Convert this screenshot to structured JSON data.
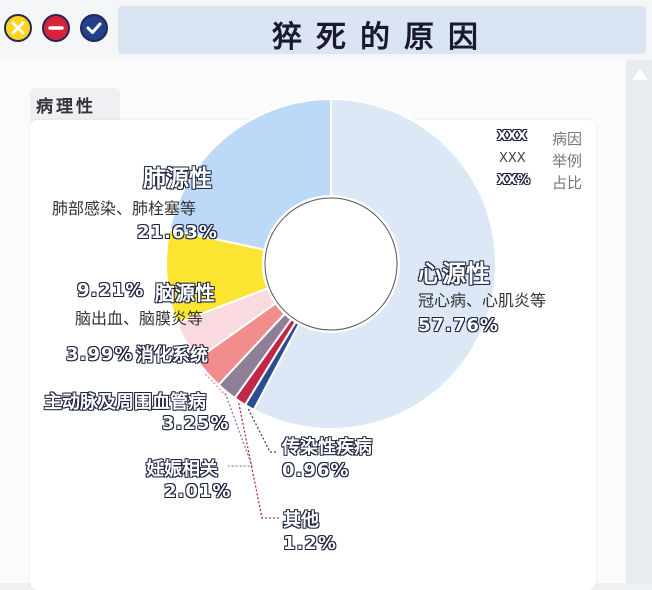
{
  "title": "猝死的原因",
  "tab": "病理性",
  "legend": [
    {
      "key": "XXX",
      "value": "病因"
    },
    {
      "key": "XXX",
      "value": "举例"
    },
    {
      "key": "XX%",
      "value": "占比"
    }
  ],
  "chart_data": {
    "type": "pie",
    "variant": "donut",
    "title": "猝死的原因",
    "series": [
      {
        "name": "心源性",
        "example": "冠心病、心肌炎等",
        "value": 57.76,
        "label": "57.76%",
        "color": "#dce8f6"
      },
      {
        "name": "传染性疾病",
        "example": "",
        "value": 0.96,
        "label": "0.96%",
        "color": "#2b4d94"
      },
      {
        "name": "其他",
        "example": "",
        "value": 1.2,
        "label": "1.2%",
        "color": "#c02845"
      },
      {
        "name": "妊娠相关",
        "example": "",
        "value": 2.01,
        "label": "2.01%",
        "color": "#8e7f96"
      },
      {
        "name": "主动脉及周围血管病",
        "example": "",
        "value": 3.25,
        "label": "3.25%",
        "color": "#f28d8d"
      },
      {
        "name": "消化系统",
        "example": "",
        "value": 3.99,
        "label": "3.99%",
        "color": "#fadade"
      },
      {
        "name": "脑源性",
        "example": "脑出血、脑膜炎等",
        "value": 9.21,
        "label": "9.21%",
        "color": "#fbe531"
      },
      {
        "name": "肺源性",
        "example": "肺部感染、肺栓塞等",
        "value": 21.63,
        "label": "21.63%",
        "color": "#bcd9f7"
      }
    ],
    "legend_placement": "top-right"
  }
}
